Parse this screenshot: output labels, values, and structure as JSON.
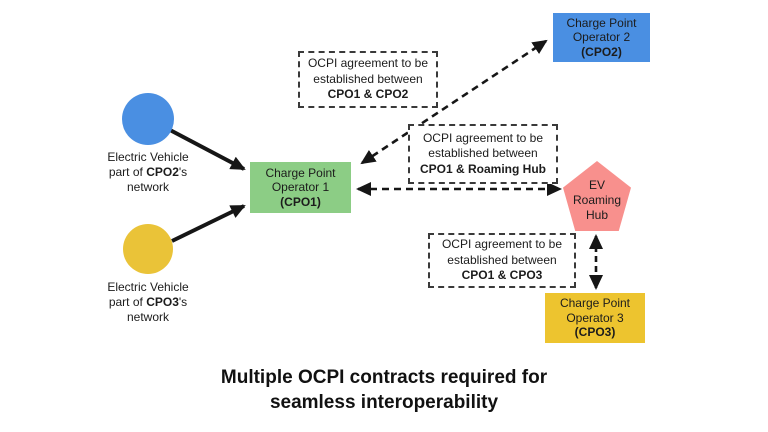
{
  "colors": {
    "cpo2_blue": "#4a8fe2",
    "cpo1_green": "#8ccd85",
    "cpo3_yellow": "#edc42f",
    "ev2_blue": "#4a8fe2",
    "ev3_yellow": "#eac338",
    "hub_pink": "#f8908d",
    "arrow_black": "#161616"
  },
  "nodes": {
    "cpo2": {
      "line1": "Charge Point",
      "line2": "Operator 2",
      "bold": "(CPO2)"
    },
    "cpo1": {
      "line1": "Charge Point",
      "line2": "Operator 1",
      "bold": "(CPO1)"
    },
    "cpo3": {
      "line1": "Charge Point",
      "line2": "Operator 3",
      "bold": "(CPO3)"
    },
    "hub": {
      "line1": "EV",
      "line2": "Roaming",
      "line3": "Hub"
    }
  },
  "ev_labels": {
    "ev2": {
      "line1": "Electric Vehicle",
      "line2_pre": "part of ",
      "line2_bold": "CPO2",
      "line2_post": "'s",
      "line3": "network"
    },
    "ev3": {
      "line1": "Electric Vehicle",
      "line2_pre": "part of ",
      "line2_bold": "CPO3",
      "line2_post": "'s",
      "line3": "network"
    }
  },
  "agreements": {
    "cpo1_cpo2": {
      "line1": "OCPI agreement to be",
      "line2": "established between",
      "bold": "CPO1 & CPO2"
    },
    "cpo1_hub": {
      "line1": "OCPI agreement to be",
      "line2": "established between",
      "bold": "CPO1 & Roaming Hub"
    },
    "cpo1_cpo3": {
      "line1": "OCPI agreement to be",
      "line2": "established between",
      "bold": "CPO1 & CPO3"
    }
  },
  "caption": {
    "line1": "Multiple OCPI contracts required for",
    "line2": "seamless interoperability"
  }
}
